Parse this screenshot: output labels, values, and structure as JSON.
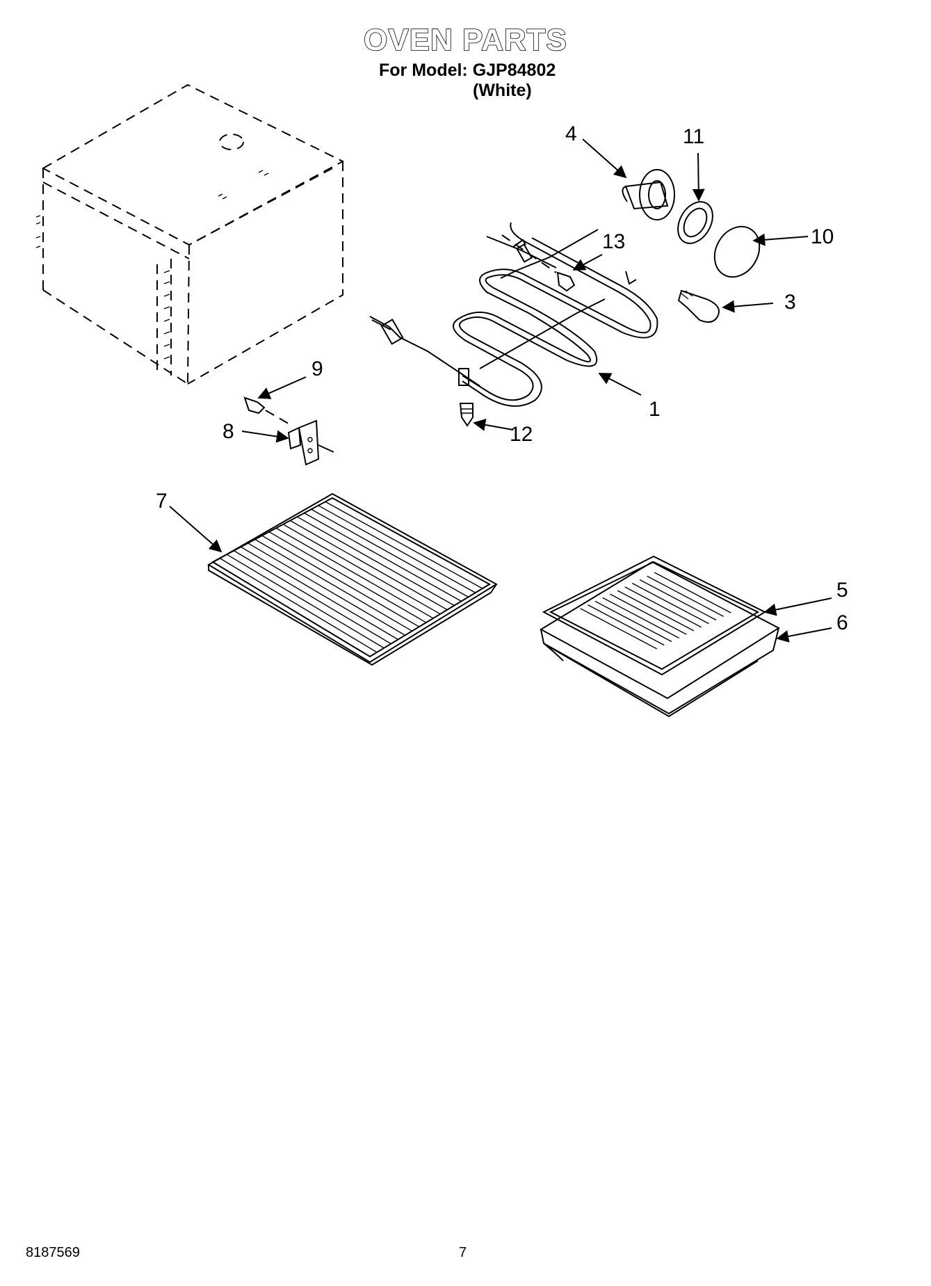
{
  "header": {
    "title": "OVEN PARTS",
    "model_line": "For Model: GJP84802",
    "color_line": "(White)"
  },
  "callouts": [
    "1",
    "3",
    "4",
    "5",
    "6",
    "7",
    "8",
    "9",
    "10",
    "11",
    "12",
    "13"
  ],
  "footer": {
    "doc_number": "8187569",
    "page_number": "7"
  }
}
